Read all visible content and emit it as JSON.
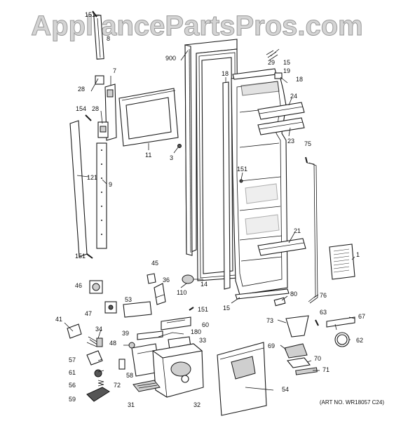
{
  "watermark": "AppliancePartsPros.com",
  "art_number": "(ART NO. WR18057 C24)",
  "callouts": {
    "c151a": "151",
    "c8": "8",
    "c900": "900",
    "c29": "29",
    "c15a": "15",
    "c19": "19",
    "c18a": "18",
    "c18b": "18",
    "c7": "7",
    "c28a": "28",
    "c28b": "28",
    "c24": "24",
    "c154": "154",
    "c11": "11",
    "c3": "3",
    "c23": "23",
    "c75": "75",
    "c121": "121",
    "c9": "9",
    "c151b": "151",
    "c21": "21",
    "c151c": "151",
    "c1": "1",
    "c45": "45",
    "c46": "46",
    "c36": "36",
    "c14": "14",
    "c110": "110",
    "c80": "80",
    "c76": "76",
    "c15b": "15",
    "c53": "53",
    "c151d": "151",
    "c47": "47",
    "c41": "41",
    "c60": "60",
    "c63": "63",
    "c73": "73",
    "c67": "67",
    "c34": "34",
    "c39": "39",
    "c180": "180",
    "c33": "33",
    "c62": "62",
    "c48": "48",
    "c69": "69",
    "c57": "57",
    "c70": "70",
    "c58": "58",
    "c61": "61",
    "c71": "71",
    "c72": "72",
    "c56": "56",
    "c54": "54",
    "c59": "59",
    "c31": "31",
    "c32": "32"
  }
}
